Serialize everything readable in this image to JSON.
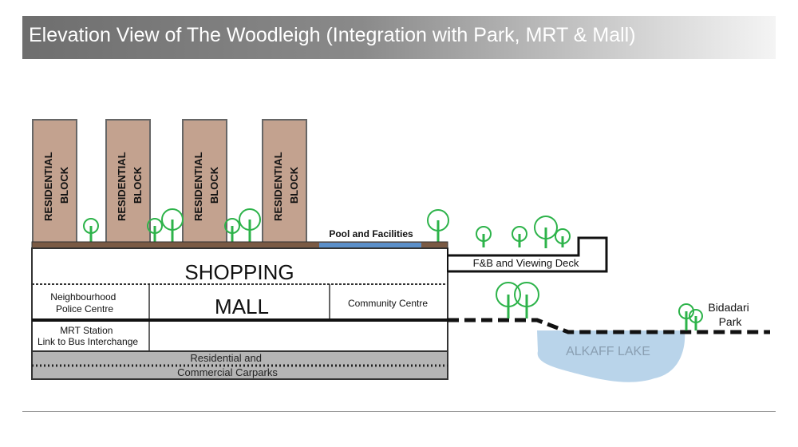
{
  "title": "Elevation View of The Woodleigh (Integration with Park, MRT & Mall)",
  "residential_block": [
    "RESIDENTIAL",
    "BLOCK"
  ],
  "labels": {
    "pool": "Pool and Facilities",
    "fnb": "F&B and Viewing Deck",
    "shopping": "SHOPPING",
    "mall": "MALL",
    "police": [
      "Neighbourhood",
      "Police Centre"
    ],
    "community": "Community Centre",
    "mrt": [
      "MRT Station",
      "Link to Bus Interchange"
    ],
    "carpark": [
      "Residential and",
      "Commercial Carparks"
    ],
    "lake": "ALKAFF LAKE",
    "park": [
      "Bidadari",
      "Park"
    ]
  },
  "colors": {
    "block": "#c3a28f",
    "pool": "#5b8fc9",
    "tree_canopy": "#2db34a",
    "tree_trunk": "#2db34a",
    "lake": "#b9d4ea",
    "carpark": "#b5b5b5",
    "podium_top": "#7a5a44"
  },
  "icons": [
    "tree-icon"
  ]
}
